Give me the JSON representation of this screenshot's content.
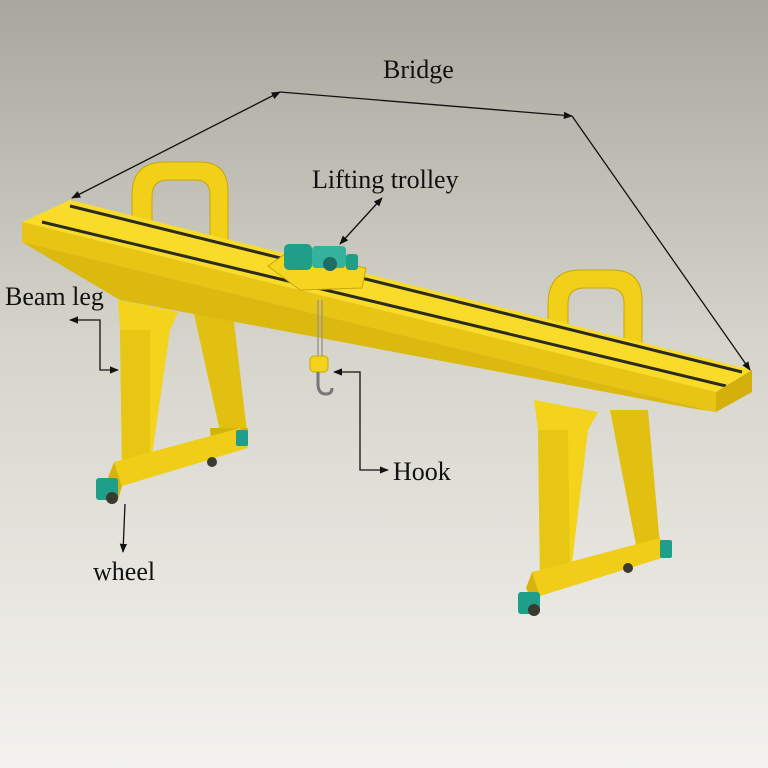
{
  "labels": {
    "bridge": "Bridge",
    "lifting_trolley": "Lifting trolley",
    "beam_leg": "Beam leg",
    "hook": "Hook",
    "wheel": "wheel"
  },
  "colors": {
    "crane_yellow": "#f4d31c",
    "crane_yellow_dark": "#d9b40f",
    "crane_yellow_light": "#ffe74a",
    "motor_teal": "#1f9e8a",
    "rail_dark": "#2b2b1e",
    "background_top": "#aeaca2",
    "background_bottom": "#f2f1ec"
  }
}
